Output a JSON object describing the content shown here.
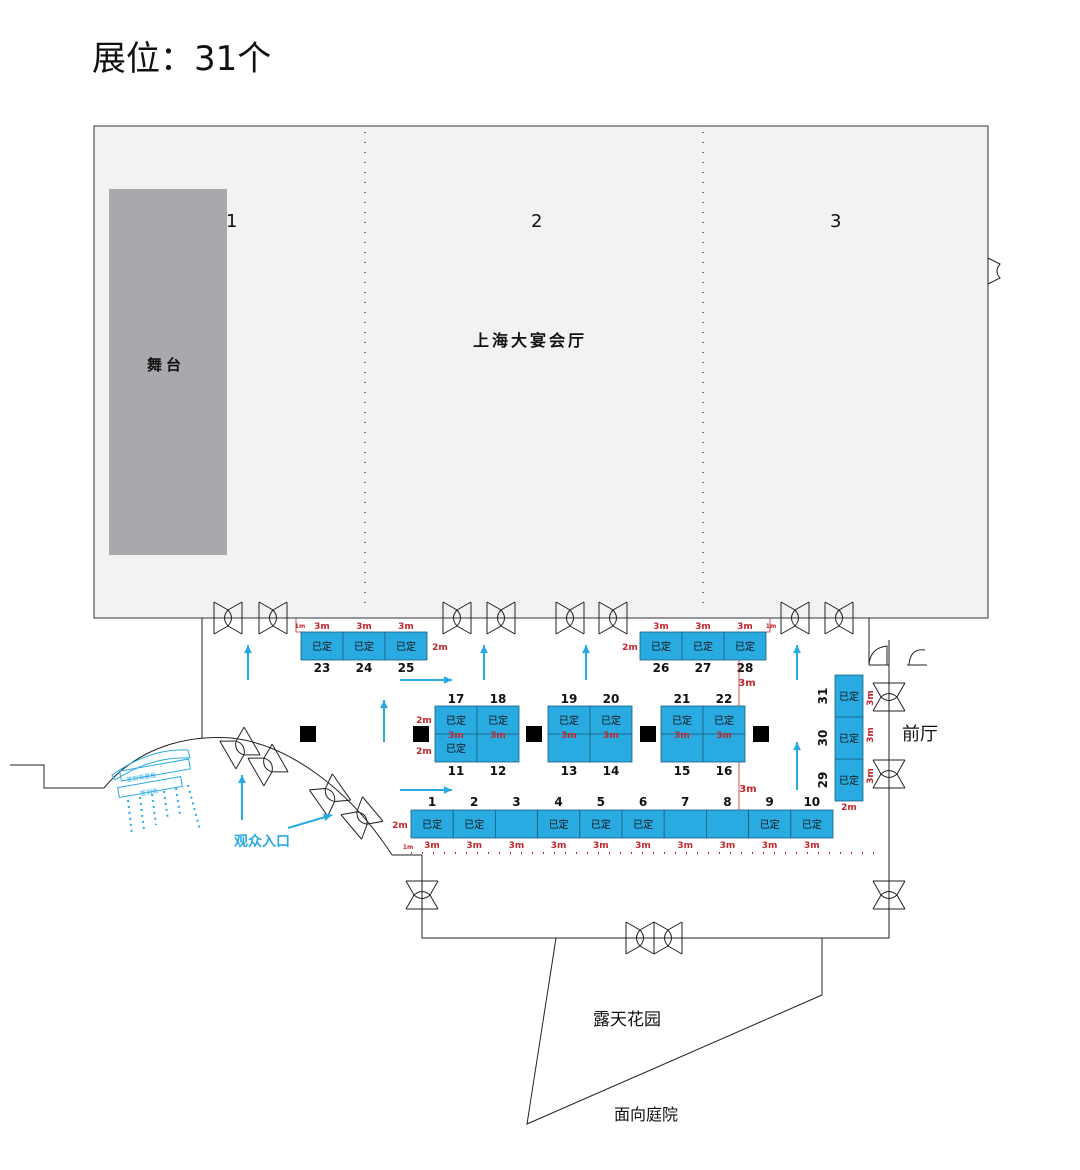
{
  "page_title": "展位：31个",
  "hall": {
    "name": "上海大宴会厅",
    "stage_label": "舞台",
    "sections": [
      "1",
      "2",
      "3"
    ]
  },
  "areas": {
    "foyer": "前厅",
    "garden": "露天花园",
    "courtyard": "面向庭院",
    "audience_entrance": "观众入口",
    "registration_label_1": "签到背景板",
    "registration_label_2": "签到处"
  },
  "booth_status_label": "已定",
  "dimension_labels": {
    "w3": "3m",
    "d2": "2m",
    "m1": "1m"
  },
  "booths": [
    {
      "id": "1",
      "status": "已定"
    },
    {
      "id": "2",
      "status": "已定"
    },
    {
      "id": "3",
      "status": ""
    },
    {
      "id": "4",
      "status": "已定"
    },
    {
      "id": "5",
      "status": "已定"
    },
    {
      "id": "6",
      "status": "已定"
    },
    {
      "id": "7",
      "status": ""
    },
    {
      "id": "8",
      "status": ""
    },
    {
      "id": "9",
      "status": "已定"
    },
    {
      "id": "10",
      "status": "已定"
    },
    {
      "id": "11",
      "status": "已定"
    },
    {
      "id": "12",
      "status": ""
    },
    {
      "id": "13",
      "status": ""
    },
    {
      "id": "14",
      "status": ""
    },
    {
      "id": "15",
      "status": ""
    },
    {
      "id": "16",
      "status": ""
    },
    {
      "id": "17",
      "status": "已定"
    },
    {
      "id": "18",
      "status": "已定"
    },
    {
      "id": "19",
      "status": "已定"
    },
    {
      "id": "20",
      "status": "已定"
    },
    {
      "id": "21",
      "status": "已定"
    },
    {
      "id": "22",
      "status": "已定"
    },
    {
      "id": "23",
      "status": "已定"
    },
    {
      "id": "24",
      "status": "已定"
    },
    {
      "id": "25",
      "status": "已定"
    },
    {
      "id": "26",
      "status": "已定"
    },
    {
      "id": "27",
      "status": "已定"
    },
    {
      "id": "28",
      "status": "已定"
    },
    {
      "id": "29",
      "status": "已定"
    },
    {
      "id": "30",
      "status": "已定"
    },
    {
      "id": "31",
      "status": "已定"
    }
  ],
  "colors": {
    "booth_fill": "#29abe2",
    "hall_fill": "#f1f2f2",
    "stage_fill": "#a7a9ac",
    "arrow": "#29abe2",
    "dimension": "#c1272d",
    "column": "#000000"
  }
}
